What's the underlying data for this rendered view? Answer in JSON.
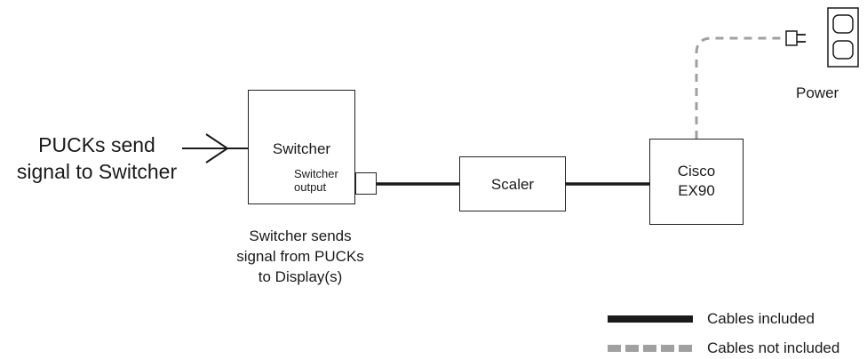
{
  "input_label": [
    "PUCKs send",
    "signal to Switcher"
  ],
  "switcher": {
    "title": "Switcher",
    "output_label": [
      "Switcher",
      "output"
    ],
    "caption": [
      "Switcher sends",
      "signal from PUCKs",
      "to Display(s)"
    ]
  },
  "scaler": {
    "title": "Scaler"
  },
  "codec": {
    "title": [
      "Cisco",
      "EX90"
    ]
  },
  "power": {
    "label": "Power"
  },
  "legend": {
    "included": "Cables included",
    "not_included": "Cables not included"
  },
  "colors": {
    "line": "#1a1a1a",
    "dashed_cable": "#a0a0a0"
  }
}
